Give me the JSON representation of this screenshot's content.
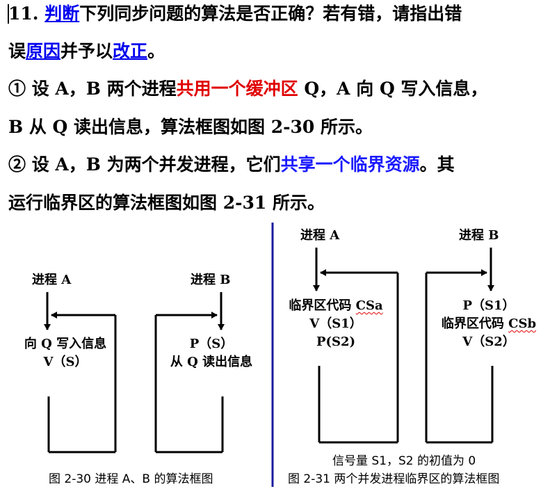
{
  "question": {
    "line1": {
      "num": "11. ",
      "link1": "判断",
      "rest": "下列同步问题的算法是否正确？若有错，请指出错"
    },
    "line2": {
      "t1": "误",
      "link2": "原因",
      "t2": "并予以",
      "link3": "改正",
      "t3": "。"
    },
    "line3": {
      "t1": "① 设 A，B 两个进程",
      "red": "共用一个缓冲区",
      "t2": " Q，A 向 Q 写入信息，"
    },
    "line4": "B 从 Q 读出信息，算法框图如图 2-30 所示。",
    "line5": {
      "t1": "② 设 A，B 为两个并发进程，它们",
      "blue": "共享一个临界资源",
      "t2": "。其"
    },
    "line6": "运行临界区的算法框图如图 2-31 所示。"
  },
  "fig30": {
    "procA_label": "进程 A",
    "procB_label": "进程 B",
    "boxA_line1": "向 Q 写入信息",
    "boxA_line2": "V（S）",
    "boxB_line1": "P（S）",
    "boxB_line2": "从 Q 读出信息",
    "caption": "图 2-30  进程 A、B 的算法框图"
  },
  "fig31": {
    "procA_label": "进程 A",
    "procB_label": "进程 B",
    "boxA_line1_prefix": "临界区代码 ",
    "boxA_line1_code": "CSa",
    "boxA_line2": "V（S1）",
    "boxA_line3": "P(S2)",
    "boxB_line1": "P（S1）",
    "boxB_line2_prefix": "临界区代码 ",
    "boxB_line2_code": "CSb",
    "boxB_line3": "V（S2）",
    "note": "信号量 S1，S2 的初值为 0",
    "caption": "图 2-31  两个并发进程临界区的算法框图"
  },
  "colors": {
    "link": "#0000ee",
    "red": "#e00000",
    "blue": "#1a1aff",
    "divider": "#1a1aa0"
  }
}
